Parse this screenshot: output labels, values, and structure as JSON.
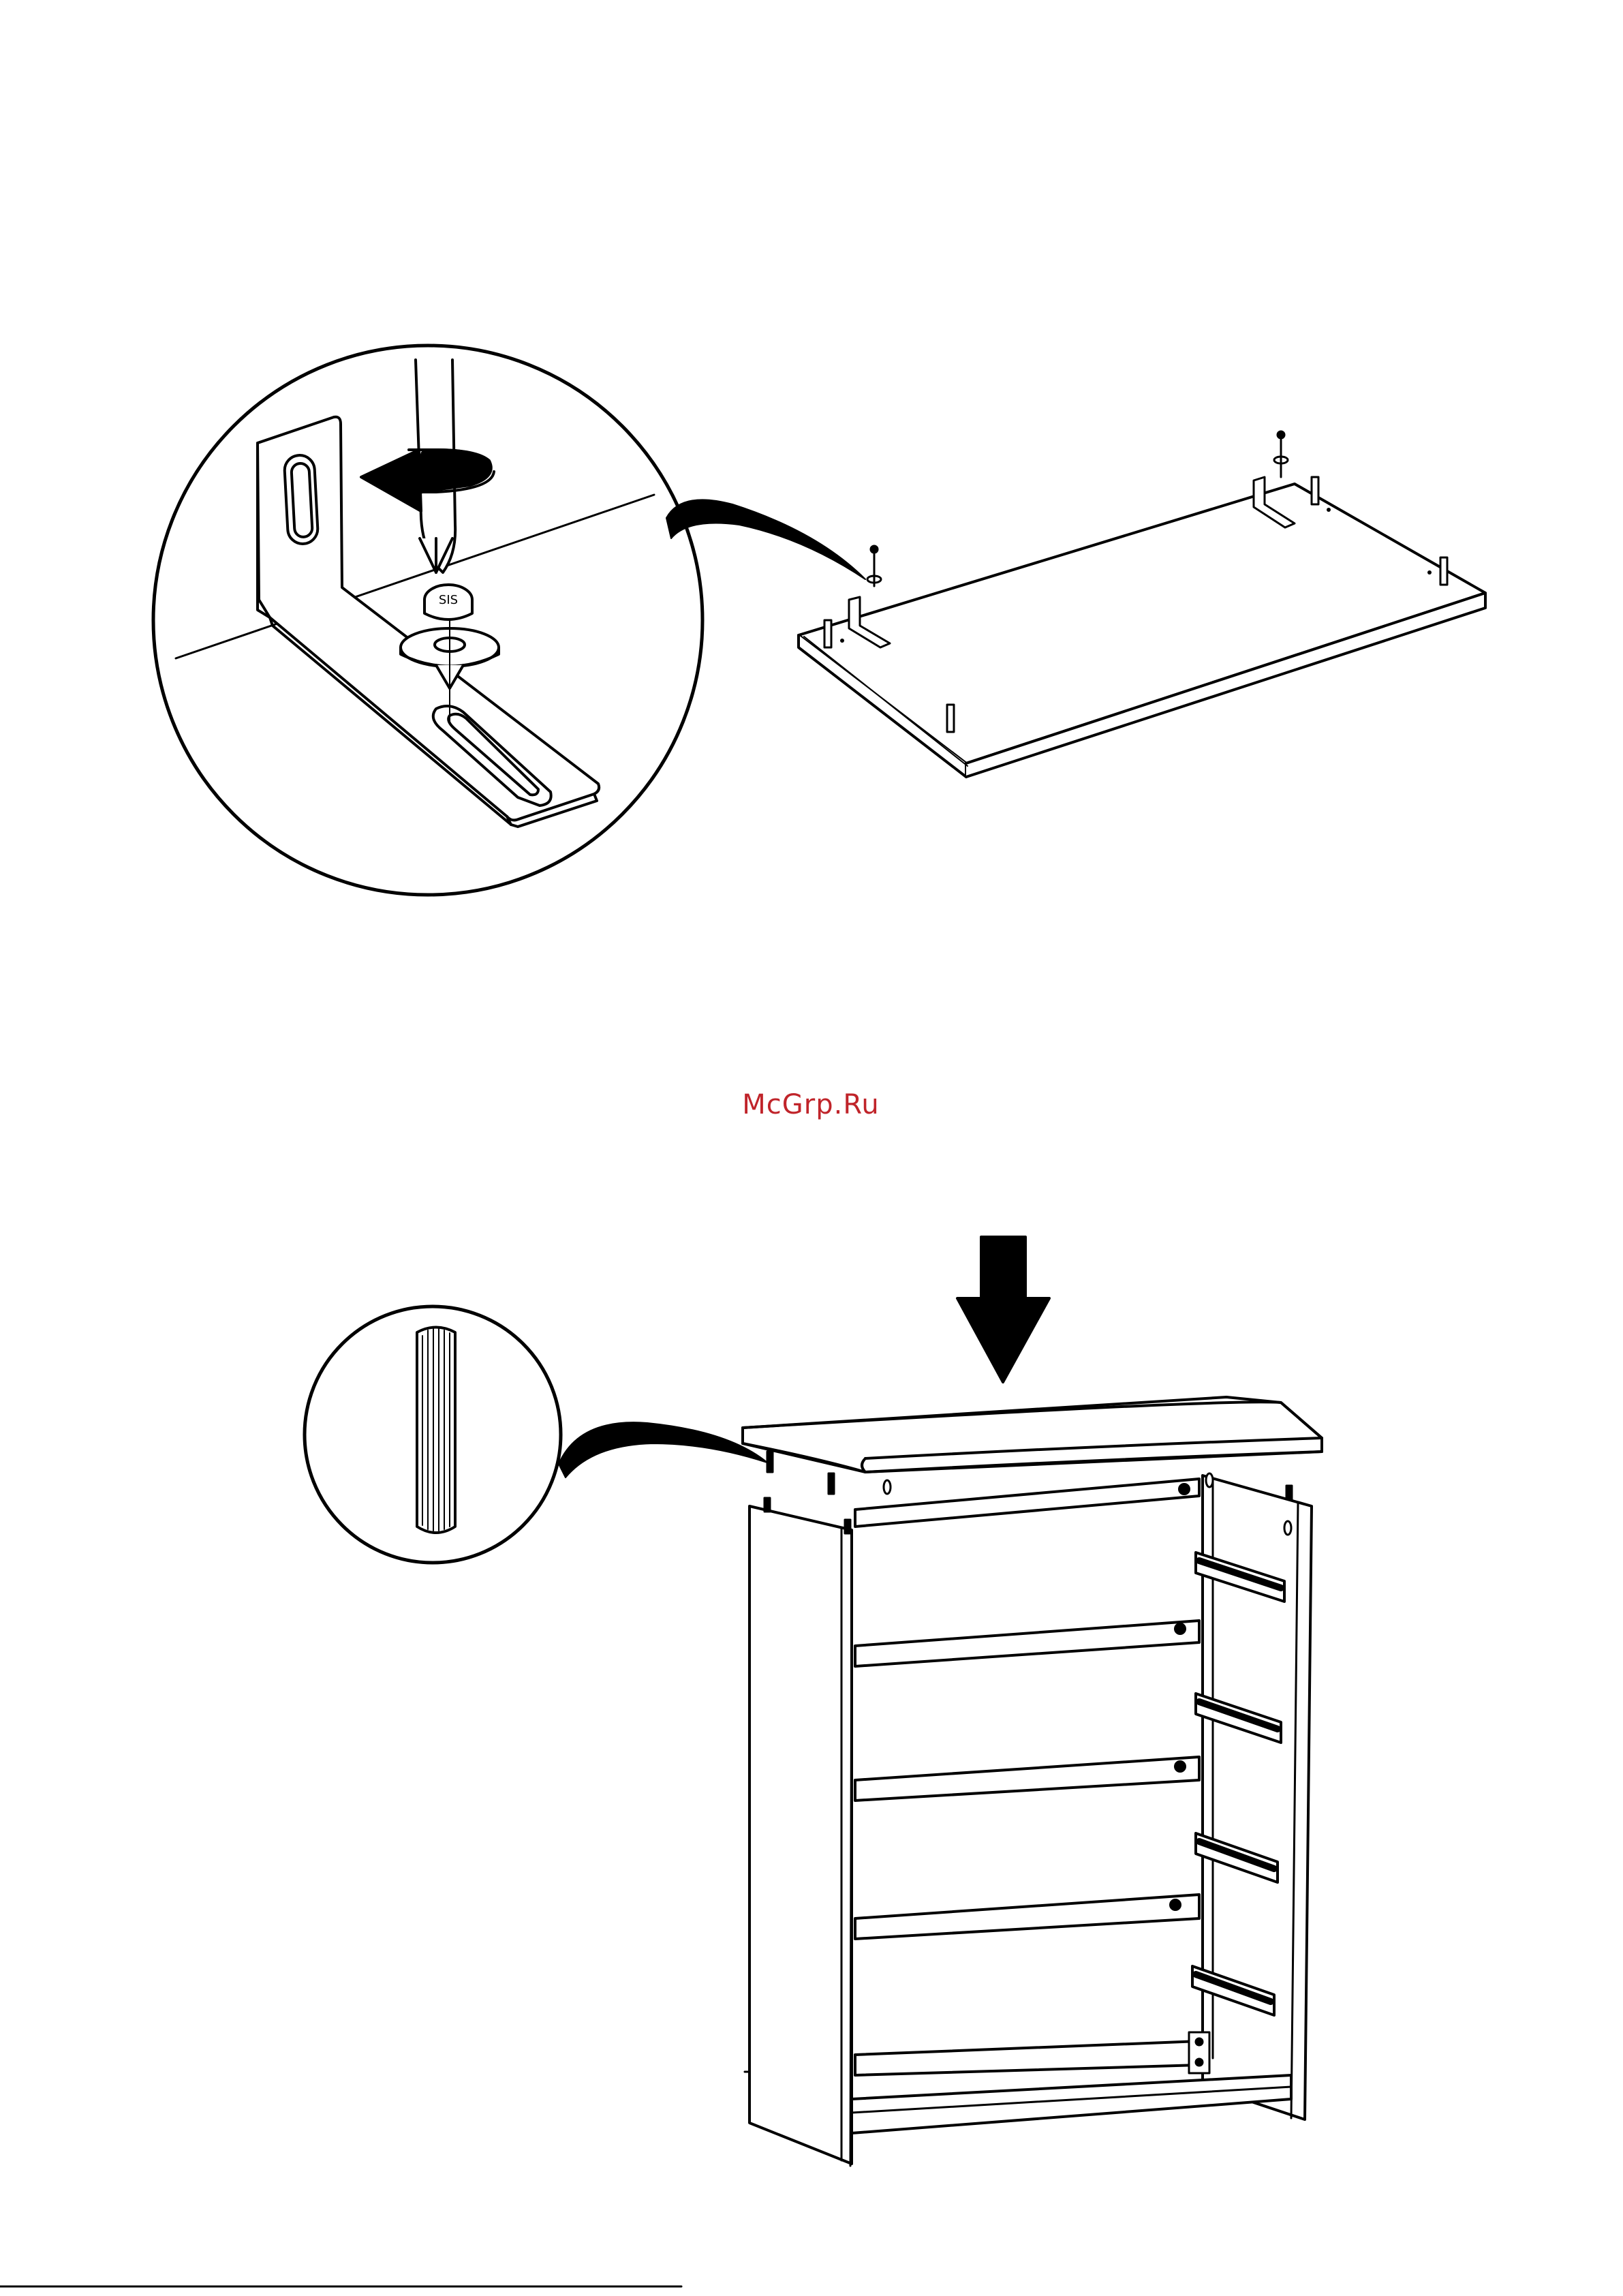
{
  "watermark": {
    "text": "McGrp.Ru",
    "color": "#c0242a"
  },
  "step1": {
    "detail": {
      "parts": [
        "corner-bracket",
        "screwdriver",
        "screw",
        "washer"
      ],
      "rotation": "counterclockwise-arrow"
    },
    "assembly": {
      "part": "top-panel",
      "dowels": 6,
      "brackets": 2
    }
  },
  "step2": {
    "arrow": "down-arrow",
    "detail": {
      "part": "wooden-dowel"
    },
    "assembly": {
      "part": "cabinet-frame",
      "drawer_rails": 4,
      "cross_rails": 4
    }
  }
}
